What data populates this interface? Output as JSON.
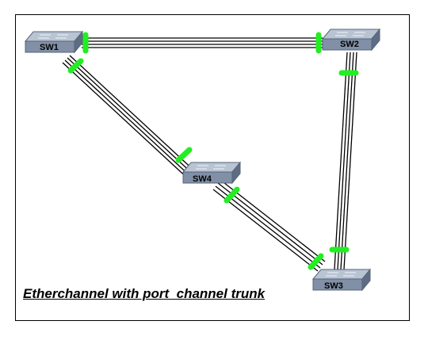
{
  "caption": "Etherchannel with port  channel trunk",
  "colors": {
    "link": "#000000",
    "port_indicator": "#22ee22",
    "switch_top": "#b9c4d3",
    "switch_front": "#8190a6",
    "switch_port": "#5e6d84"
  },
  "device_icon": "network-switch-icon",
  "switches": [
    {
      "id": "sw1",
      "label": "SW1"
    },
    {
      "id": "sw2",
      "label": "SW2"
    },
    {
      "id": "sw3",
      "label": "SW3"
    },
    {
      "id": "sw4",
      "label": "SW4"
    }
  ],
  "links": [
    {
      "from": "SW1",
      "to": "SW2",
      "wires": 4
    },
    {
      "from": "SW1",
      "to": "SW4",
      "wires": 4
    },
    {
      "from": "SW2",
      "to": "SW3",
      "wires": 4
    },
    {
      "from": "SW4",
      "to": "SW3",
      "wires": 4
    }
  ]
}
